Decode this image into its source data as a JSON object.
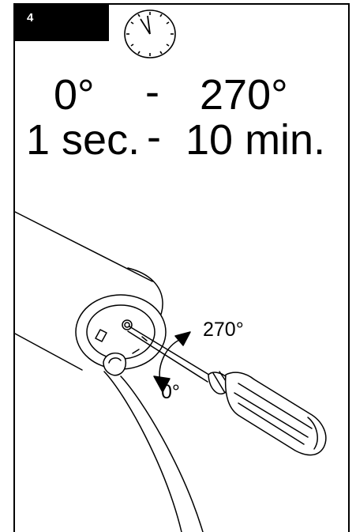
{
  "step": {
    "number": "4"
  },
  "range": {
    "angle_from": "0°",
    "angle_to": "270°",
    "time_from": "1 sec.",
    "time_to": "10 min.",
    "separator": "-"
  },
  "illustration": {
    "label_max": "270°",
    "label_min": "0°"
  },
  "icons": [
    "clock-icon",
    "screwdriver-illustration",
    "rotation-arrow-icon"
  ]
}
